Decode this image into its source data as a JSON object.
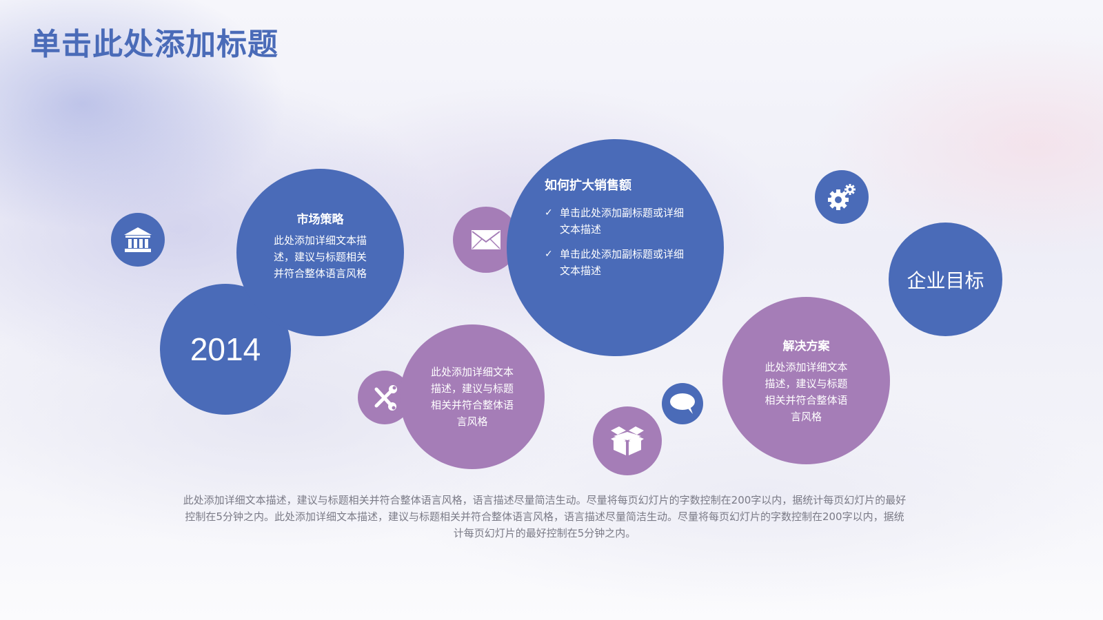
{
  "slide": {
    "title": "单击此处添加标题",
    "colors": {
      "blue": "#4a6bb8",
      "purple": "#a57db7",
      "title": "#4a6bb8",
      "body_text": "#7a7a86"
    }
  },
  "circles": {
    "market": {
      "heading": "市场策略",
      "lines": [
        "此处添加详细文本描",
        "述，建议与标题相关",
        "并符合整体语言风格"
      ]
    },
    "year": {
      "label": "2014"
    },
    "tools_text": {
      "lines": [
        "此处添加详细文本",
        "描述，建议与标题",
        "相关并符合整体语",
        "言风格"
      ]
    },
    "sales": {
      "heading": "如何扩大销售额",
      "bullets": [
        {
          "check": "✓",
          "line1": "单击此处添加副标题或详细",
          "line2": "文本描述"
        },
        {
          "check": "✓",
          "line1": "单击此处添加副标题或详细",
          "line2": "文本描述"
        }
      ]
    },
    "solution": {
      "heading": "解决方案",
      "lines": [
        "此处添加详细文本",
        "描述，建议与标题",
        "相关并符合整体语",
        "言风格"
      ]
    },
    "goal": {
      "label": "企业目标"
    }
  },
  "icons": {
    "bank": "bank-icon",
    "mail": "mail-icon",
    "tools": "tools-icon",
    "box": "box-icon",
    "chat": "chat-icon",
    "gears": "gears-icon"
  },
  "footer": {
    "line1": "此处添加详细文本描述，建议与标题相关并符合整体语言风格，语言描述尽量简洁生动。尽量将每页幻灯片的字数控制在200字以内，据统计每页幻灯片的最好",
    "line2": "控制在5分钟之内。此处添加详细文本描述，建议与标题相关并符合整体语言风格，语言描述尽量简洁生动。尽量将每页幻灯片的字数控制在200字以内，据统",
    "line3": "计每页幻灯片的最好控制在5分钟之内。"
  }
}
